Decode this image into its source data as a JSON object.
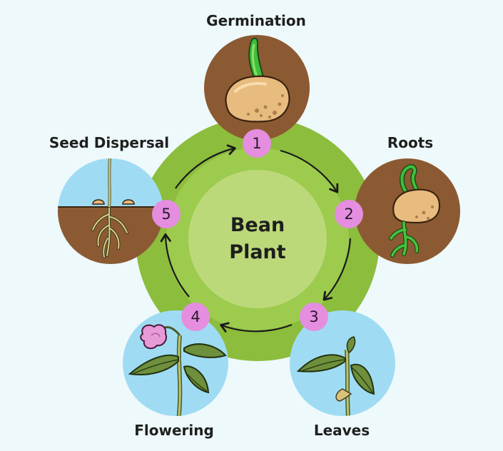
{
  "center": {
    "line1": "Bean",
    "line2": "Plant"
  },
  "stages": [
    {
      "number": "1",
      "label": "Germination",
      "icon": "germinating-bean-icon"
    },
    {
      "number": "2",
      "label": "Roots",
      "icon": "bean-with-roots-icon"
    },
    {
      "number": "3",
      "label": "Leaves",
      "icon": "seedling-leaves-icon"
    },
    {
      "number": "4",
      "label": "Flowering",
      "icon": "flowering-plant-icon"
    },
    {
      "number": "5",
      "label": "Seed Dispersal",
      "icon": "seed-in-soil-icon"
    }
  ],
  "colors": {
    "background": "#eef9fb",
    "outer_ring": "#8cbd3c",
    "inner_ring": "#9ccb4e",
    "center": "#bcd97a",
    "number_badge": "#e58ee0",
    "soil": "#8c5a32",
    "sky": "#9fdcf4"
  }
}
